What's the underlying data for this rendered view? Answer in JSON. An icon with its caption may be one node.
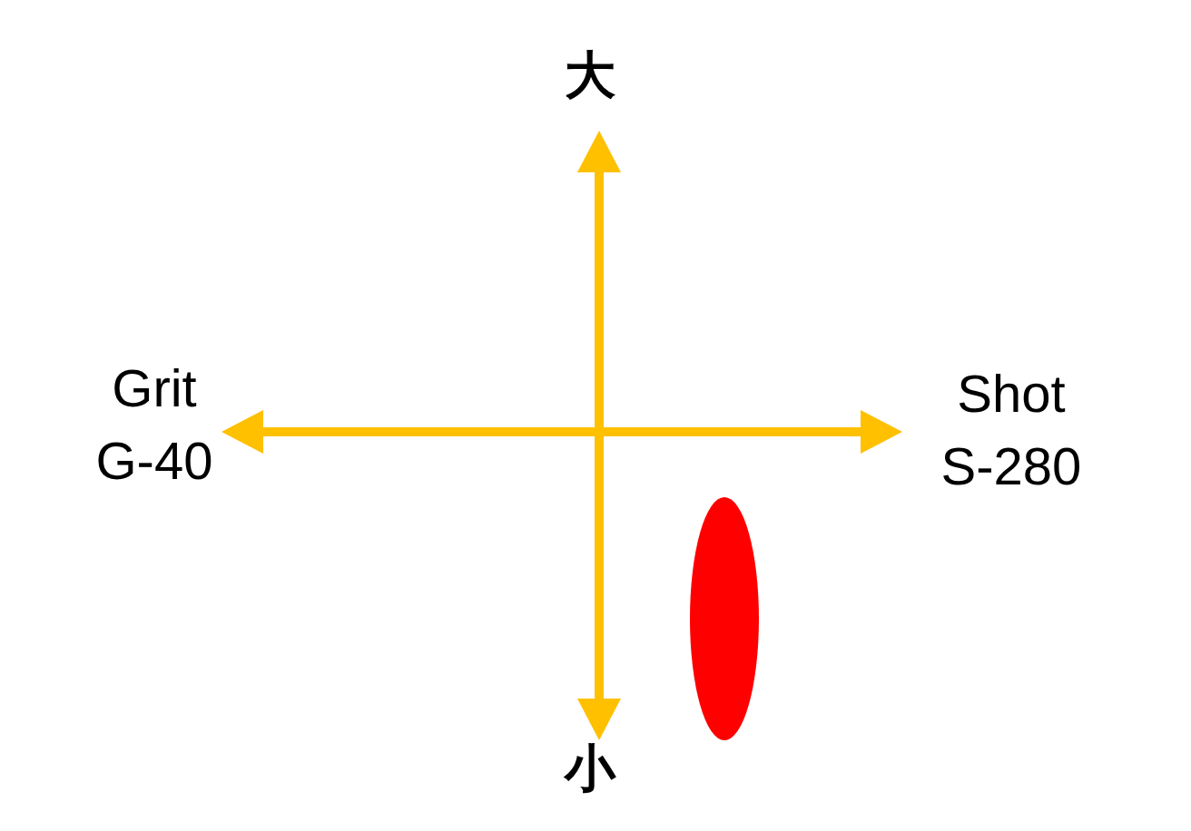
{
  "diagram": {
    "nodes": [
      {
        "text": [],
        "shape": "ellipse"
      }
    ],
    "labels": [
      "大",
      "Grit G-40",
      "Shot S-280",
      "小"
    ]
  }
}
